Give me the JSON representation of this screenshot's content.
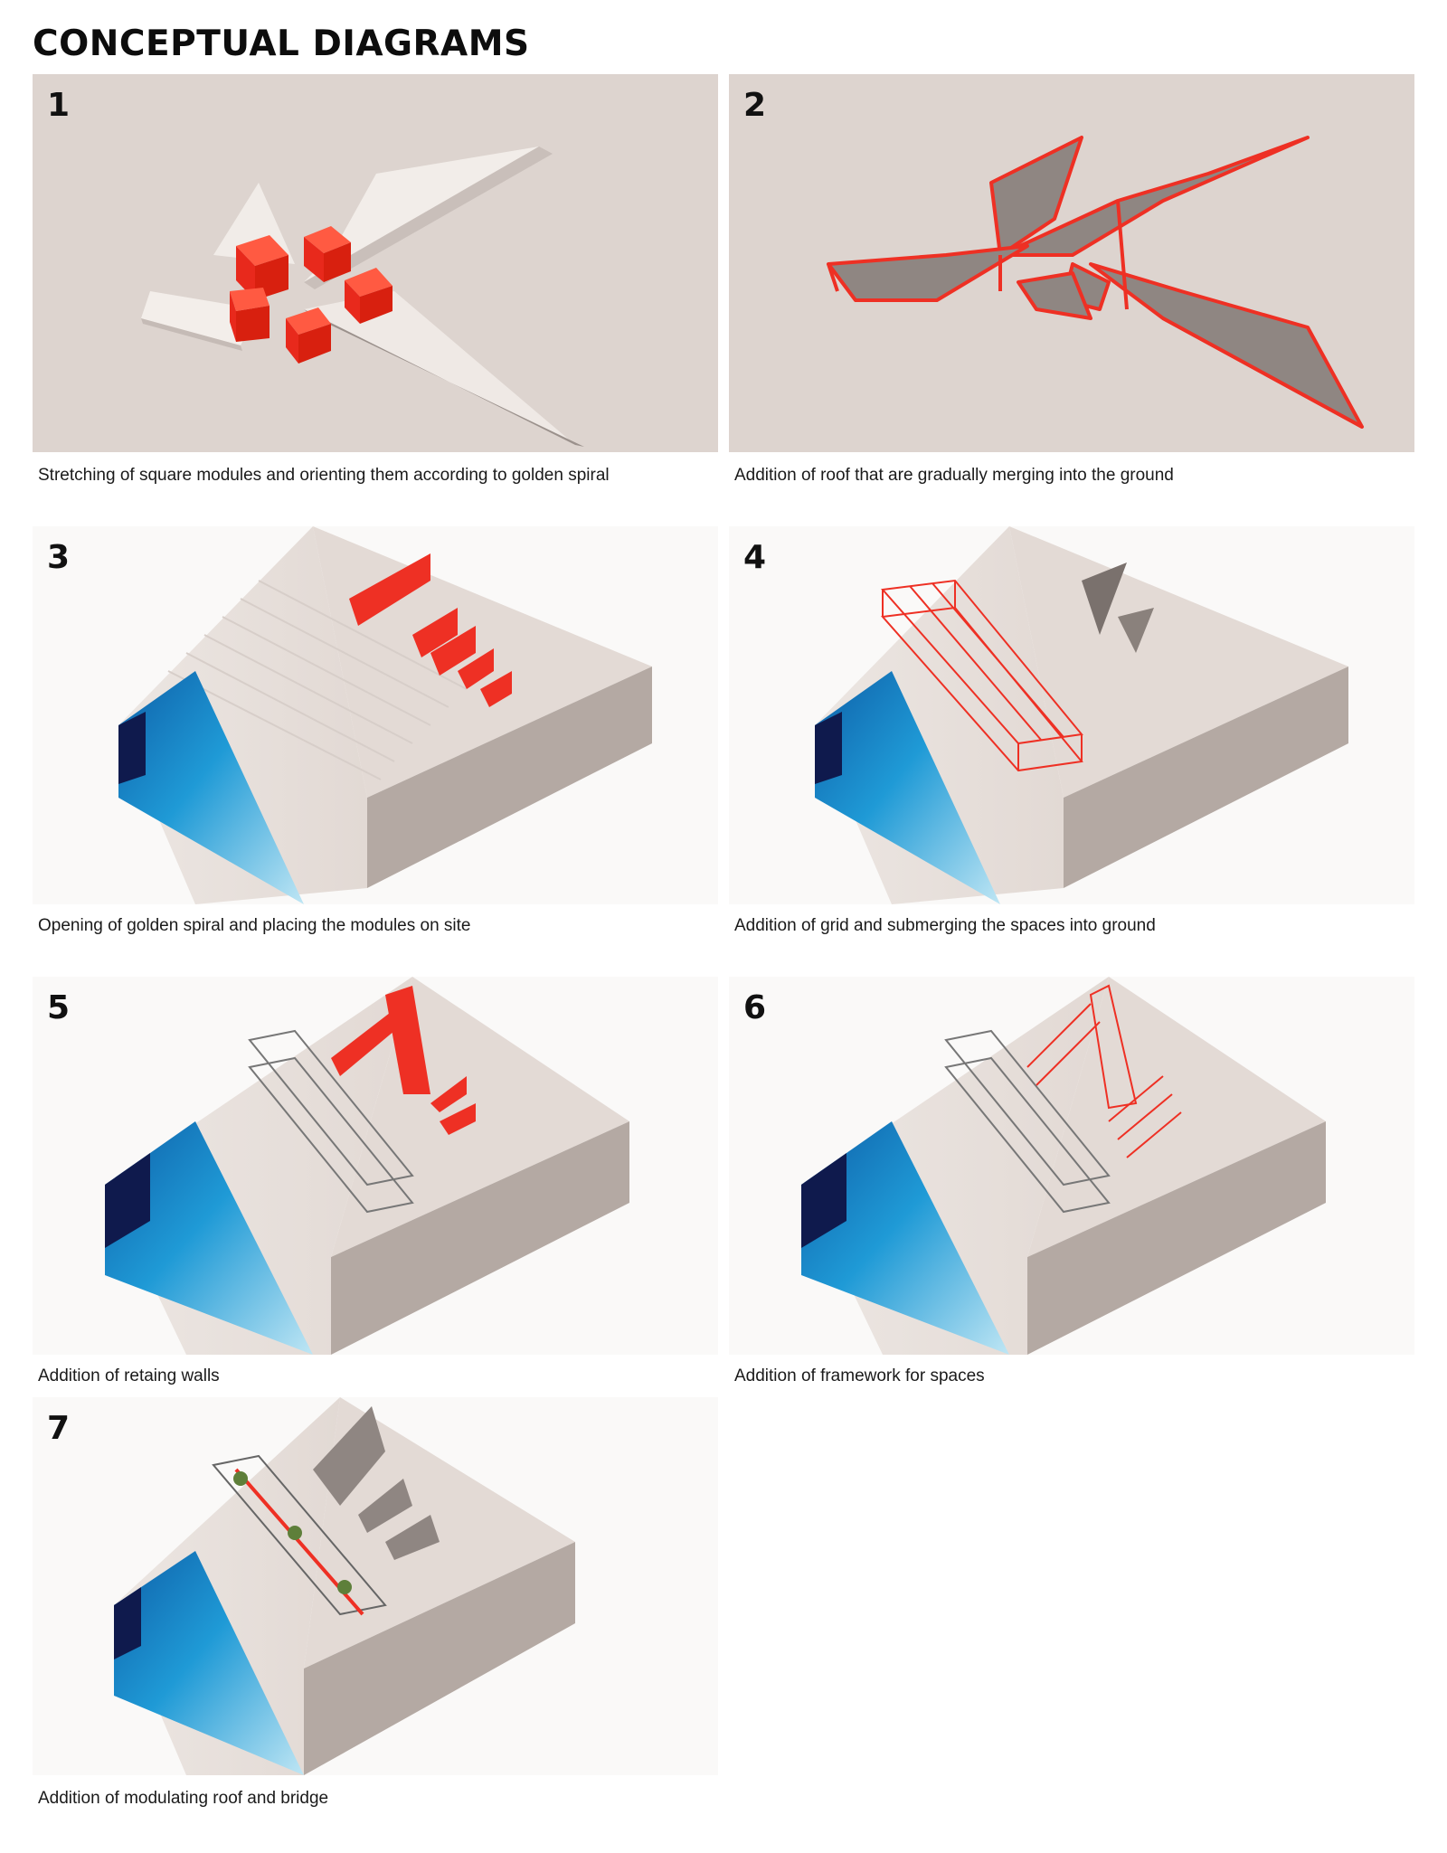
{
  "page": {
    "title": "CONCEPTUAL DIAGRAMS"
  },
  "colors": {
    "accent_red": "#ee3024",
    "panel_tan": "#ddd4cf",
    "water_blue": "#1e8fcf",
    "terrain": "#e9e1dc",
    "terrain_side": "#b5aaa4",
    "dark_navy": "#0f1a4d"
  },
  "diagrams": [
    {
      "number": "1",
      "caption": "Stretching of square modules and orienting them according to golden spiral"
    },
    {
      "number": "2",
      "caption": "Addition of roof that are gradually merging into the ground"
    },
    {
      "number": "3",
      "caption": "Opening of golden spiral and placing the modules on site"
    },
    {
      "number": "4",
      "caption": "Addition of grid and submerging the spaces into ground"
    },
    {
      "number": "5",
      "caption": "Addition of retaing walls"
    },
    {
      "number": "6",
      "caption": "Addition of framework for spaces"
    },
    {
      "number": "7",
      "caption": "Addition of modulating roof and bridge"
    }
  ]
}
